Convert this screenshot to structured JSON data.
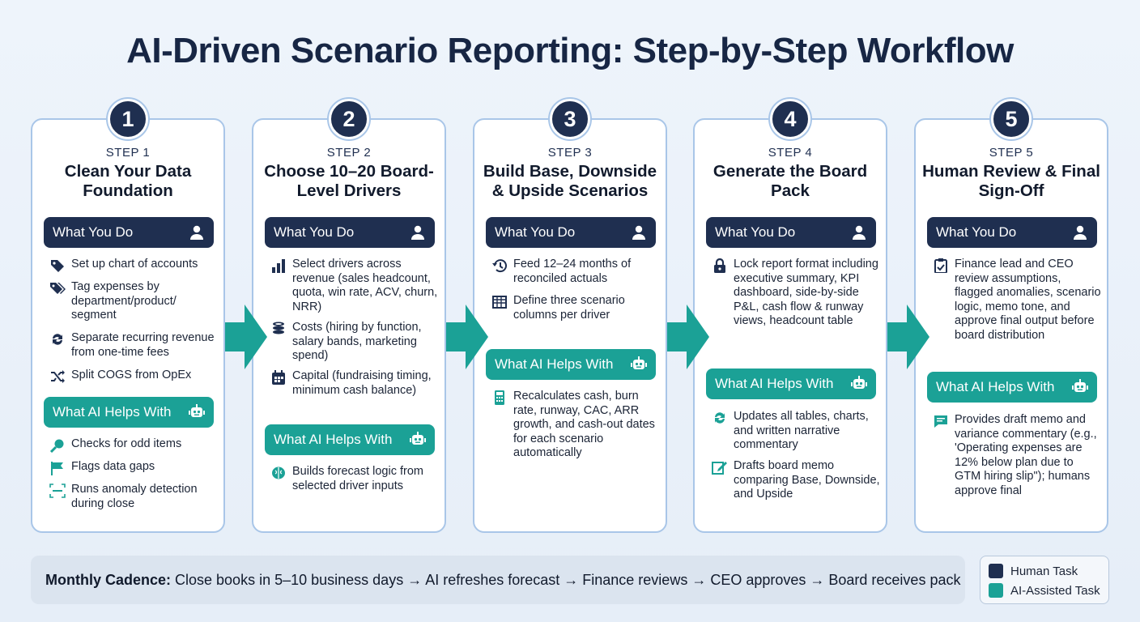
{
  "title": "AI-Driven Scenario Reporting: Step-by-Step Workflow",
  "colors": {
    "human": "#1f2f50",
    "ai": "#1ba196",
    "card_border": "#a9c6e8"
  },
  "steps": [
    {
      "number": "1",
      "label": "STEP 1",
      "title": "Clean Your Data Foundation",
      "human_header": "What You Do",
      "human_items": [
        {
          "icon": "tag-icon",
          "text": "Set up chart of accounts"
        },
        {
          "icon": "tags-icon",
          "text": "Tag expenses by department/product/ segment"
        },
        {
          "icon": "sync-icon",
          "text": "Separate recurring revenue from one-time fees"
        },
        {
          "icon": "split-icon",
          "text": "Split COGS from OpEx"
        }
      ],
      "ai_header": "What AI Helps With",
      "ai_items": [
        {
          "icon": "magnifier-icon",
          "text": "Checks for odd items"
        },
        {
          "icon": "flag-icon",
          "text": "Flags data gaps"
        },
        {
          "icon": "scan-icon",
          "text": "Runs anomaly detection during close"
        }
      ]
    },
    {
      "number": "2",
      "label": "STEP 2",
      "title": "Choose 10–20 Board-Level Drivers",
      "human_header": "What You Do",
      "human_items": [
        {
          "icon": "bar-chart-icon",
          "text": "Select drivers across revenue (sales headcount, quota, win rate, ACV, churn, NRR)"
        },
        {
          "icon": "coins-icon",
          "text": "Costs (hiring by function, salary bands, marketing spend)"
        },
        {
          "icon": "calendar-icon",
          "text": "Capital (fundraising timing, minimum cash balance)"
        }
      ],
      "ai_header": "What AI Helps With",
      "ai_items": [
        {
          "icon": "brain-icon",
          "text": "Builds forecast logic from selected driver inputs"
        }
      ]
    },
    {
      "number": "3",
      "label": "STEP 3",
      "title": "Build Base, Downside & Upside Scenarios",
      "human_header": "What You Do",
      "human_items": [
        {
          "icon": "history-icon",
          "text": "Feed 12–24 months of reconciled actuals"
        },
        {
          "icon": "table-icon",
          "text": "Define three scenario columns per driver"
        }
      ],
      "ai_header": "What AI Helps With",
      "ai_items": [
        {
          "icon": "calculator-icon",
          "text": "Recalculates cash, burn rate, runway, CAC, ARR growth, and cash-out dates for each scenario automatically"
        }
      ]
    },
    {
      "number": "4",
      "label": "STEP 4",
      "title": "Generate the Board Pack",
      "human_header": "What You Do",
      "human_items": [
        {
          "icon": "lock-icon",
          "text": "Lock report format including executive summary, KPI dashboard, side-by-side P&L, cash flow & runway views, headcount table"
        }
      ],
      "ai_header": "What AI Helps With",
      "ai_items": [
        {
          "icon": "refresh-icon",
          "text": "Updates all tables, charts, and written narrative commentary"
        },
        {
          "icon": "edit-icon",
          "text": "Drafts board memo comparing Base, Downside, and Upside"
        }
      ]
    },
    {
      "number": "5",
      "label": "STEP 5",
      "title": "Human Review & Final Sign-Off",
      "human_header": "What You Do",
      "human_items": [
        {
          "icon": "clipboard-check-icon",
          "text": "Finance lead and CEO review assumptions, flagged anomalies, scenario logic, memo tone, and approve final output before board distribution"
        }
      ],
      "ai_header": "What AI Helps With",
      "ai_items": [
        {
          "icon": "comment-icon",
          "text": "Provides draft memo and variance commentary (e.g., 'Operating expenses are 12% below plan due to GTM hiring slip\"); humans approve final"
        }
      ]
    }
  ],
  "cadence": {
    "label": "Monthly Cadence:",
    "text": "Close books in 5–10 business days → AI refreshes forecast → Finance reviews → CEO approves → Board receives pack"
  },
  "legend": {
    "human": "Human Task",
    "ai": "AI-Assisted Task"
  }
}
